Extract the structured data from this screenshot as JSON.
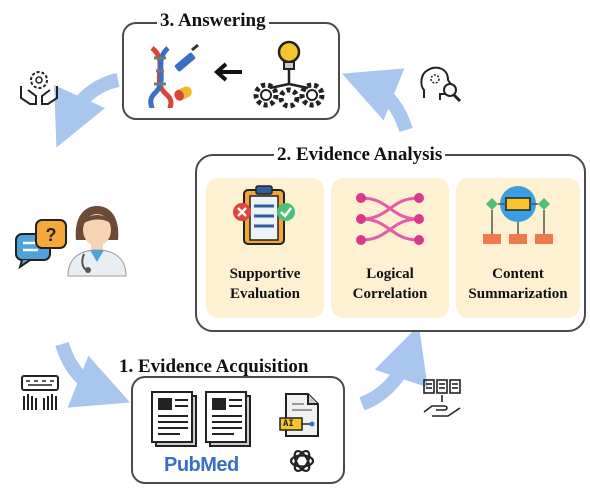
{
  "answering": {
    "title": "3. Answering"
  },
  "analysis": {
    "title": "2. Evidence Analysis",
    "cards": [
      {
        "line1": "Supportive",
        "line2": "Evaluation"
      },
      {
        "line1": "Logical",
        "line2": "Correlation"
      },
      {
        "line1": "Content",
        "line2": "Summarization"
      }
    ]
  },
  "acquisition": {
    "title": "1. Evidence Acquisition",
    "pubmed": "PubMed",
    "ai_tag": "AI"
  },
  "colors": {
    "arrow": "#a9c6ee",
    "card_bg": "#fdf1d2",
    "border": "#4a4a4a",
    "pubmed_blue": "#3a6fc4"
  },
  "icons": [
    "dna-syringe-icon",
    "left-arrow-icon",
    "lightbulb-gears-icon",
    "hands-gear-icon",
    "head-search-icon",
    "chat-question-icon",
    "doctor-avatar-icon",
    "typing-icon",
    "documents-icon",
    "ai-document-icon",
    "openai-icon",
    "hand-documents-icon",
    "clipboard-check-icon",
    "network-links-icon",
    "flowchart-icon"
  ]
}
